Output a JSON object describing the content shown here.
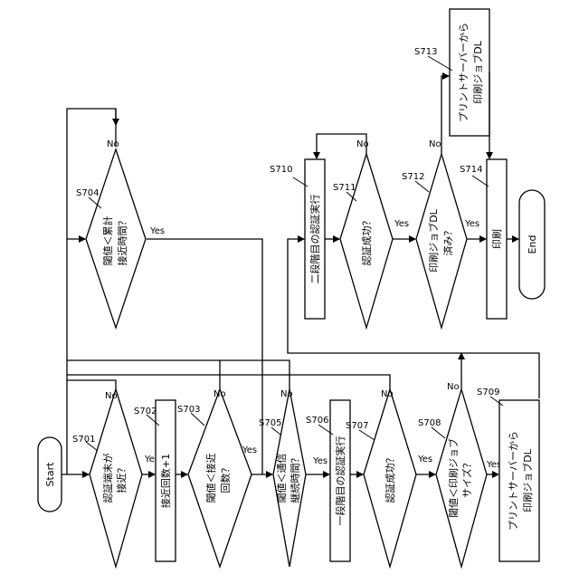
{
  "nodes": {
    "start": {
      "text": "Start"
    },
    "d701": {
      "step": "S701",
      "line1": "認証端末が",
      "line2": "接近？",
      "yes": "Yes",
      "no": "No"
    },
    "p702": {
      "step": "S702",
      "text": "接近回数+1"
    },
    "d703": {
      "step": "S703",
      "line1": "閾値＜接近",
      "line2": "回数？",
      "yes": "Yes",
      "no": "No"
    },
    "d704": {
      "step": "S704",
      "line1": "閾値＜累計",
      "line2": "接近時間？",
      "yes": "Yes",
      "no": "No"
    },
    "d705": {
      "step": "S705",
      "line1": "閾値＜通信",
      "line2": "継続時間？",
      "yes": "Yes",
      "no": "No"
    },
    "p706": {
      "step": "S706",
      "text": "一段階目の認証実行"
    },
    "d707": {
      "step": "S707",
      "line1": "認証成功？",
      "yes": "Yes",
      "no": "No"
    },
    "d708": {
      "step": "S708",
      "line1": "閾値＜印刷ジョブ",
      "line2": "サイズ？",
      "yes": "Yes",
      "no": "No"
    },
    "p709": {
      "step": "S709",
      "line1": "プリントサーバーから",
      "line2": "印刷ジョブDL"
    },
    "p710": {
      "step": "S710",
      "text": "二段階目の認証実行"
    },
    "d711": {
      "step": "S711",
      "line1": "認証成功？",
      "yes": "Yes",
      "no": "No"
    },
    "d712": {
      "step": "S712",
      "line1": "印刷ジョブDL",
      "line2": "済み？",
      "yes": "Yes",
      "no": "No"
    },
    "p713": {
      "step": "S713",
      "line1": "プリントサーバーから",
      "line2": "印刷ジョブDL"
    },
    "p714": {
      "step": "S714",
      "text": "印刷"
    },
    "end": {
      "text": "End"
    }
  }
}
